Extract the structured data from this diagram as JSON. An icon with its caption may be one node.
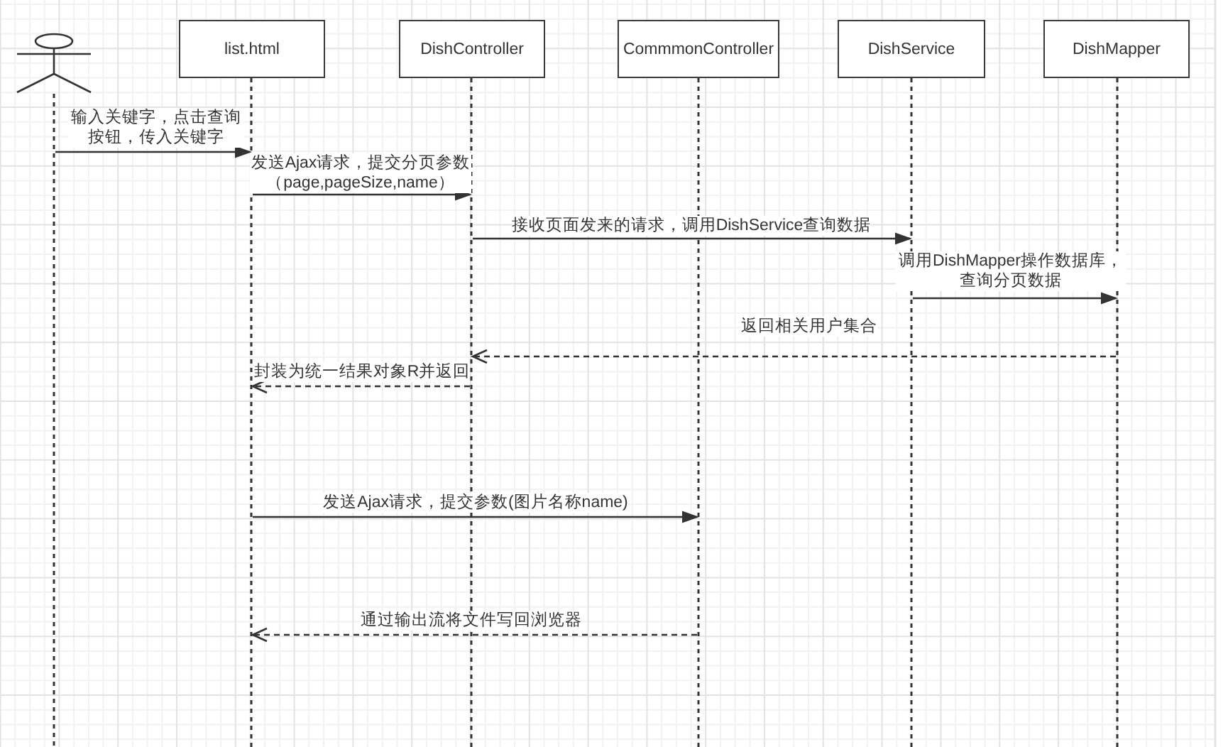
{
  "diagram": {
    "nodes": [
      {
        "text": [],
        "shape": "person"
      },
      {
        "text": [
          "list.html"
        ]
      },
      {
        "text": [
          "DishController"
        ]
      },
      {
        "text": [
          "CommmonController"
        ]
      },
      {
        "text": [
          "DishService"
        ]
      },
      {
        "text": [
          "DishMapper"
        ]
      },
      {
        "text": [],
        "shape": "line"
      },
      {
        "text": [],
        "shape": "line"
      },
      {
        "text": [],
        "shape": "line"
      },
      {
        "text": [],
        "shape": "line"
      },
      {
        "text": [],
        "shape": "line"
      },
      {
        "text": [],
        "shape": "line"
      }
    ],
    "edges": [
      {
        "from": 6,
        "to": 7,
        "arrow": "to",
        "label": "输入关键字，点击查询按钮，传入关键字"
      },
      {
        "from": 7,
        "to": 8,
        "arrow": "to",
        "label": "发送Ajax请求，提交分页参数（page,pageSize,name）"
      },
      {
        "from": 8,
        "to": 10,
        "arrow": "to",
        "label": "接收页面发来的请求，调用DishService查询数据"
      },
      {
        "from": 10,
        "to": 11,
        "arrow": "to",
        "label": "调用DishMapper操作数据库，查询分页数据"
      },
      {
        "from": 11,
        "to": 8,
        "arrow": "to",
        "label": "返回相关用户集合",
        "style": "dashed"
      },
      {
        "from": 8,
        "to": 7,
        "arrow": "to",
        "label": "封装为统一结果对象R并返回",
        "style": "dashed"
      },
      {
        "from": 7,
        "to": 9,
        "arrow": "to",
        "label": "发送Ajax请求，提交参数(图片名称name)"
      },
      {
        "from": 9,
        "to": 7,
        "arrow": "to",
        "label": "通过输出流将文件写回浏览器",
        "style": "dashed"
      }
    ]
  }
}
